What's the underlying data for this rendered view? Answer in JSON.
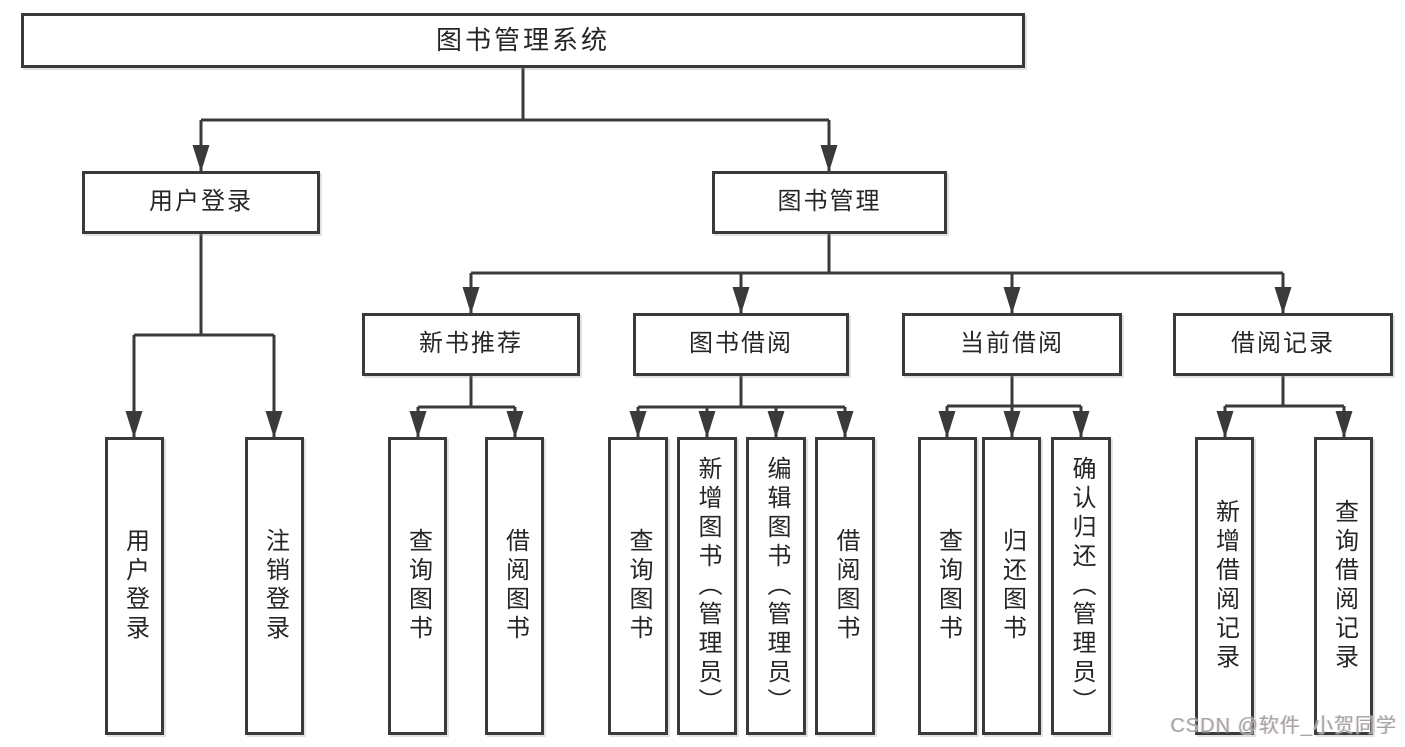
{
  "diagram": {
    "root": {
      "label": "图书管理系统"
    },
    "branches": [
      {
        "label": "用户登录",
        "children": [
          {
            "label": "用户登录"
          },
          {
            "label": "注销登录"
          }
        ]
      },
      {
        "label": "图书管理",
        "children": [
          {
            "label": "新书推荐",
            "children": [
              {
                "label": "查询图书"
              },
              {
                "label": "借阅图书"
              }
            ]
          },
          {
            "label": "图书借阅",
            "children": [
              {
                "label": "查询图书"
              },
              {
                "label": "新增图书（管理员）"
              },
              {
                "label": "编辑图书（管理员）"
              },
              {
                "label": "借阅图书"
              }
            ]
          },
          {
            "label": "当前借阅",
            "children": [
              {
                "label": "查询图书"
              },
              {
                "label": "归还图书"
              },
              {
                "label": "确认归还（管理员）"
              }
            ]
          },
          {
            "label": "借阅记录",
            "children": [
              {
                "label": "新增借阅记录"
              },
              {
                "label": "查询借阅记录"
              }
            ]
          }
        ]
      }
    ]
  },
  "watermark": {
    "text": "CSDN @软件_小贺同学"
  },
  "colors": {
    "line": "#3a3a3a",
    "background": "#ffffff",
    "watermark": "#a6a4a4"
  }
}
